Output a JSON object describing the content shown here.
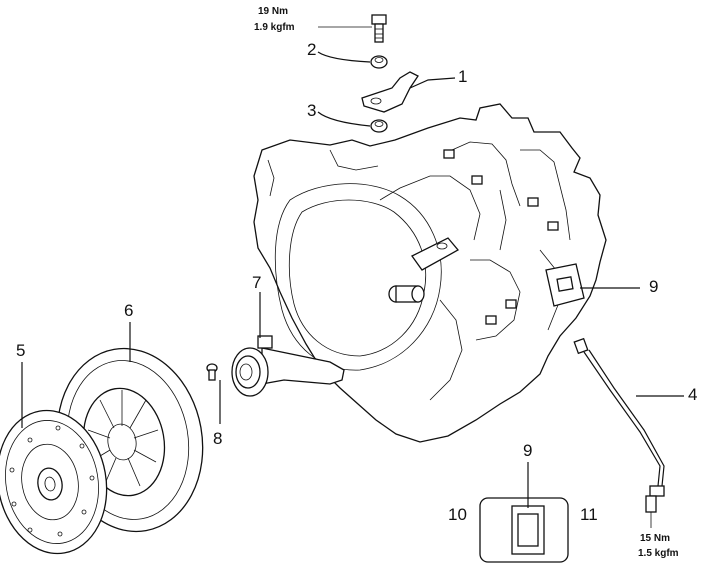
{
  "callouts": {
    "c1": "1",
    "c2": "2",
    "c3": "3",
    "c4": "4",
    "c5": "5",
    "c6": "6",
    "c7": "7",
    "c8": "8",
    "c9_top": "9",
    "c9_inset": "9",
    "c10": "10",
    "c11": "11"
  },
  "torque": {
    "bolt_top": {
      "nm": "19 Nm",
      "kgfm": "1.9 kgfm"
    },
    "pipe_bottom": {
      "nm": "15 Nm",
      "kgfm": "1.5 kgfm"
    }
  }
}
